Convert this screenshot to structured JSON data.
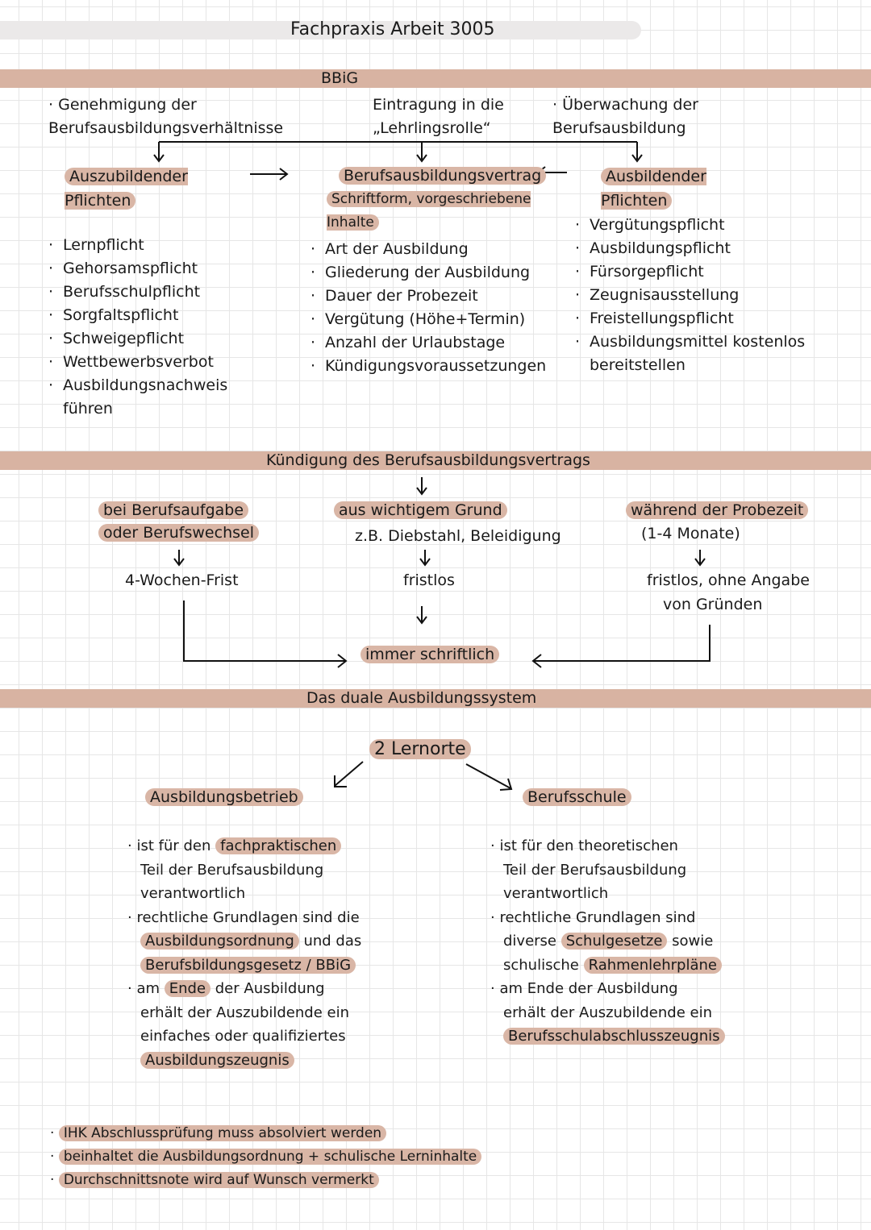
{
  "title": "Fachpraxis Arbeit 3005",
  "bbig": {
    "heading": "BBiG",
    "top": [
      "Genehmigung der Berufsausbildungsverhältnisse",
      "Eintragung in die „Lehrlingsrolle“",
      "Überwachung der Berufsausbildung"
    ],
    "left": {
      "heading": "Auszubildender Pflichten",
      "items": [
        "Lernpflicht",
        "Gehorsamspflicht",
        "Berufsschulpflicht",
        "Sorgfaltspflicht",
        "Schweigepflicht",
        "Wettbewerbsverbot",
        "Ausbildungsnachweis führen"
      ]
    },
    "middle": {
      "heading": "Berufsausbildungsvertrag",
      "subheading": "Schriftform, vorgeschriebene Inhalte",
      "items": [
        "Art der Ausbildung",
        "Gliederung der Ausbildung",
        "Dauer der Probezeit",
        "Vergütung (Höhe+Termin)",
        "Anzahl der Urlaubstage",
        "Kündigungsvoraussetzungen"
      ]
    },
    "right": {
      "heading": "Ausbildender Pflichten",
      "items": [
        "Vergütungspflicht",
        "Ausbildungspflicht",
        "Fürsorgepflicht",
        "Zeugnisausstellung",
        "Freistellungspflicht",
        "Ausbildungsmittel kostenlos bereitstellen"
      ]
    }
  },
  "kuendigung": {
    "heading": "Kündigung des Berufsausbildungsvertrags",
    "col1": {
      "case1": "bei Berufsaufgabe",
      "case2": "oder Berufswechsel",
      "result": "4-Wochen-Frist"
    },
    "col2": {
      "case": "aus wichtigem Grund",
      "example": "z.B. Diebstahl, Beleidigung",
      "result": "fristlos"
    },
    "col3": {
      "case": "während der Probezeit",
      "range": "(1-4 Monate)",
      "result1": "fristlos, ohne Angabe",
      "result2": "von Gründen"
    },
    "final": "immer schriftlich"
  },
  "dual": {
    "heading": "Das duale Ausbildungssystem",
    "center": "2 Lernorte",
    "left": {
      "heading": "Ausbildungsbetrieb",
      "lines": [
        [
          "ist für den ",
          "fachpraktischen"
        ],
        [
          "Teil der Berufsausbildung"
        ],
        [
          "verantwortlich"
        ],
        [
          "rechtliche Grundlagen sind die"
        ],
        [
          "Ausbildungsordnung",
          " und das"
        ],
        [
          "Berufsbildungsgesetz / BBiG"
        ],
        [
          "am ",
          "Ende",
          " der Ausbildung"
        ],
        [
          "erhält der Auszubildende ein"
        ],
        [
          "einfaches oder qualifiziertes"
        ],
        [
          "Ausbildungszeugnis"
        ]
      ]
    },
    "right": {
      "heading": "Berufsschule",
      "lines": [
        [
          "ist für den theoretischen"
        ],
        [
          "Teil der Berufsausbildung"
        ],
        [
          "verantwortlich"
        ],
        [
          "rechtliche Grundlagen sind"
        ],
        [
          "diverse ",
          "Schulgesetze",
          " sowie"
        ],
        [
          "schulische ",
          "Rahmenlehrpläne"
        ],
        [
          "am Ende der Ausbildung"
        ],
        [
          "erhält der Auszubildende ein"
        ],
        [
          "Berufsschulabschlusszeugnis"
        ]
      ]
    },
    "bottom": [
      "IHK Abschlussprüfung muss absolviert werden",
      "beinhaltet die Ausbildungsordnung + schulische Lerninhalte",
      "Durchschnittsnote wird auf Wunsch vermerkt"
    ]
  },
  "colors": {
    "highlight": "#d9b6a6",
    "title_band": "#ebe9e9"
  }
}
